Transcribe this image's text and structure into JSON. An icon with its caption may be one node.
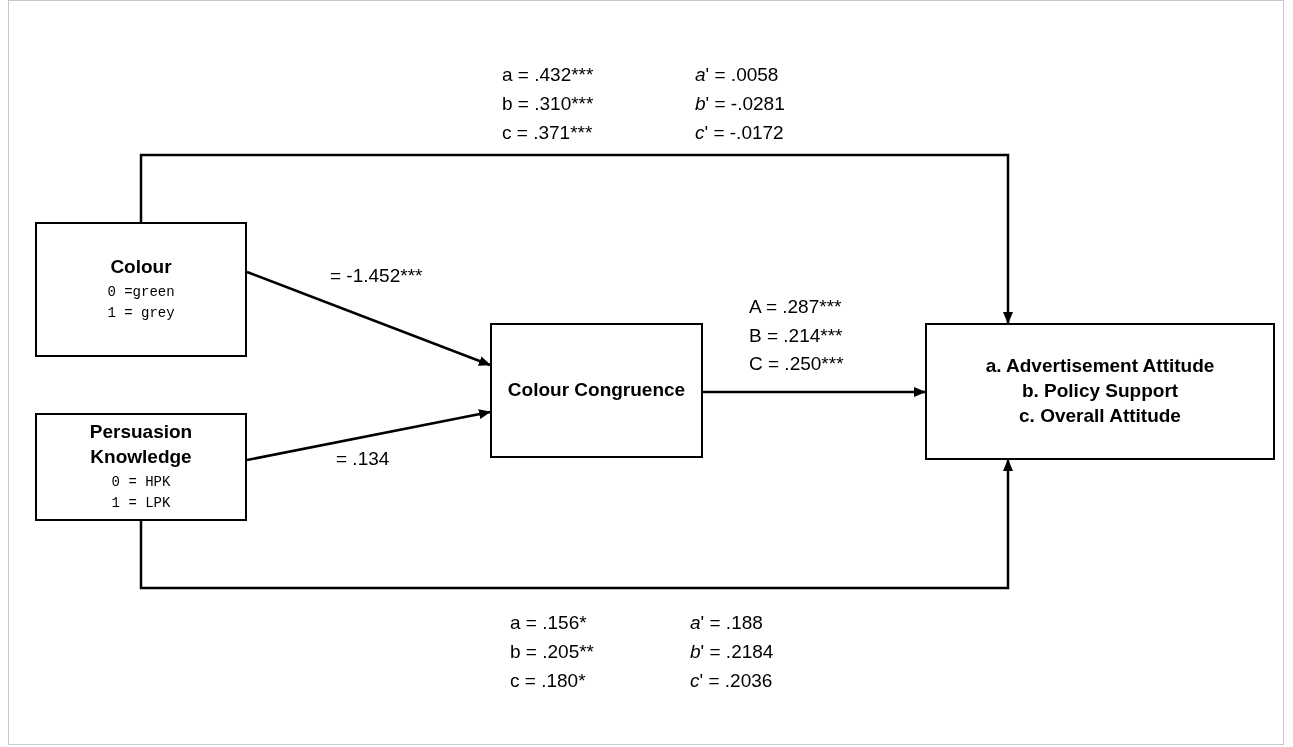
{
  "diagram": {
    "nodes": [
      {
        "text": [
          "Colour",
          "0 =green",
          "1 = grey"
        ]
      },
      {
        "text": [
          "Persuasion Knowledge",
          "0 = HPK",
          "1 = LPK"
        ]
      },
      {
        "text": [
          "Colour Congruence"
        ]
      },
      {
        "text": [
          "a. Advertisement Attitude",
          "b. Policy Support",
          "c. Overall Attitude"
        ]
      }
    ],
    "edges": [
      {
        "from": 0,
        "to": 2,
        "arrow": "to",
        "label": "= -1.452***"
      },
      {
        "from": 1,
        "to": 2,
        "arrow": "to",
        "label": "= .134"
      },
      {
        "from": 2,
        "to": 3,
        "arrow": "to",
        "label": "A = .287*** B = .214*** C = .250***"
      },
      {
        "from": 0,
        "to": 3,
        "arrow": "to"
      },
      {
        "from": 1,
        "to": 3,
        "arrow": "to"
      }
    ],
    "labels": [
      "a = .432***",
      "*a*' = .0058",
      "b = .310***",
      "*b*' = -.0281",
      "c = .371***",
      "*c*' = -.0172",
      "a = .156*",
      "*a*' = .188",
      "b = .205**",
      "*b*' = .2184",
      "c = .180*",
      "*c*' = .2036"
    ]
  }
}
